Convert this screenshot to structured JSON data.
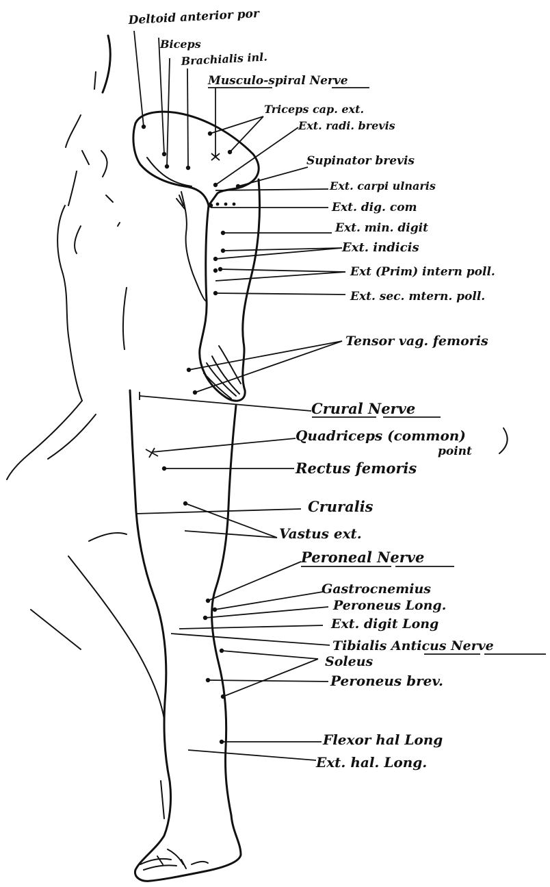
{
  "labels": {
    "deltoid": "Deltoid anterior por",
    "biceps": "Biceps",
    "brachialis": "Brachialis inl.",
    "musculo_spiral": "Musculo-spiral Nerve",
    "triceps": "Triceps cap. ext.",
    "ext_radi": "Ext. radi. brevis",
    "supinator": "Supinator brevis",
    "ext_carpi": "Ext. carpi ulnaris",
    "ext_dig_com": "Ext. dig. com",
    "ext_min_digit": "Ext. min. digit",
    "ext_indicis": "Ext. indicis",
    "ext_prim": "Ext (Prim) intern poll.",
    "ext_sec": "Ext. sec. mtern. poll.",
    "tensor": "Tensor vag. femoris",
    "crural": "Crural Nerve",
    "quadriceps": "Quadriceps (common)",
    "quadriceps_point": "point",
    "rectus": "Rectus femoris",
    "cruralis": "Cruralis",
    "vastus": "Vastus ext.",
    "peroneal": "Peroneal Nerve",
    "gastrocnemius": "Gastrocnemius",
    "peroneus_long": "Peroneus Long.",
    "ext_digit_long": "Ext. digit Long",
    "tibialis": "Tibialis Anticus Nerve",
    "soleus": "Soleus",
    "peroneus_brev": "Peroneus brev.",
    "flexor": "Flexor hal Long",
    "ext_hal": "Ext. hal. Long."
  }
}
